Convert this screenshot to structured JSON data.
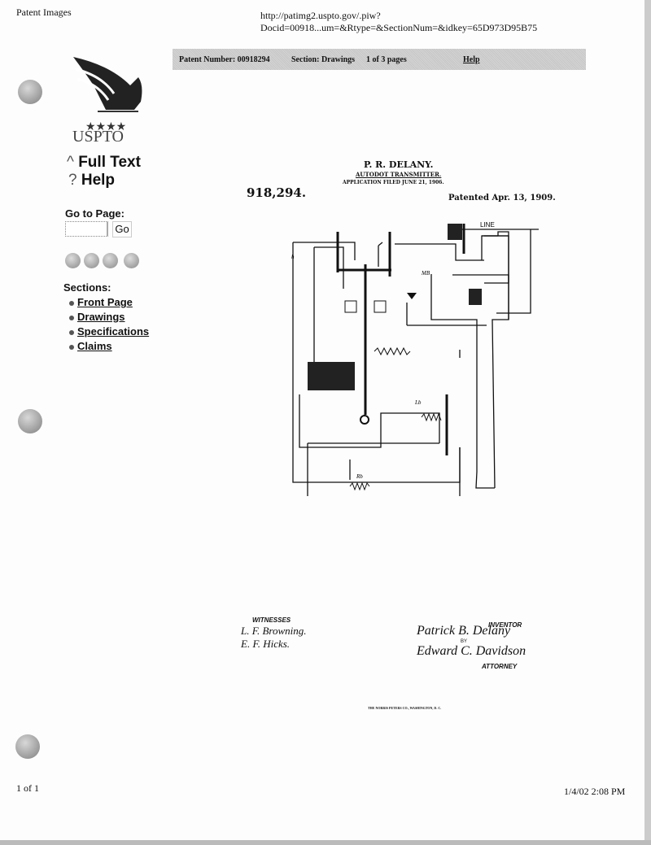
{
  "print_header": {
    "title": "Patent Images",
    "url": "http://patimg2.uspto.gov/.piw?Docid=00918...um=&Rtype=&SectionNum=&idkey=65D973D95B75"
  },
  "print_footer": {
    "page": "1 of 1",
    "datetime": "1/4/02 2:08 PM"
  },
  "banner": {
    "patent_number": "Patent Number: 00918294",
    "section": "Section: Drawings",
    "pages": "1 of 3 pages",
    "help": "Help"
  },
  "sidebar": {
    "logo_text": "USPTO",
    "full_text": "Full Text",
    "help": "Help",
    "goto_label": "Go to Page:",
    "goto_value": "",
    "go_button": "Go",
    "nav_icons": [
      "first-page-icon",
      "previous-page-icon",
      "next-page-icon",
      "last-page-icon"
    ],
    "sections_label": "Sections:",
    "sections": [
      {
        "label": "Front Page"
      },
      {
        "label": "Drawings"
      },
      {
        "label": "Specifications"
      },
      {
        "label": "Claims"
      }
    ]
  },
  "drawing": {
    "inventor_name": "P. R. DELANY.",
    "title": "AUTODOT TRANSMITTER.",
    "application": "APPLICATION FILED JUNE 21, 1906.",
    "patent_no": "918,294.",
    "patented": "Patented Apr. 13, 1909.",
    "labels": {
      "line": "LINE",
      "mb": "MB",
      "lb": "Lb",
      "rb": "Rb",
      "h": "h"
    },
    "witnesses_label": "WITNESSES",
    "witnesses": [
      "L. F. Browning.",
      "E. F. Hicks."
    ],
    "inventor_label": "INVENTOR",
    "inventor_sig": "Patrick B. Delany",
    "by": "BY",
    "attorney_sig": "Edward C. Davidson",
    "attorney_label": "ATTORNEY",
    "printer": "THE NORRIS PETERS CO., WASHINGTON, D. C."
  }
}
